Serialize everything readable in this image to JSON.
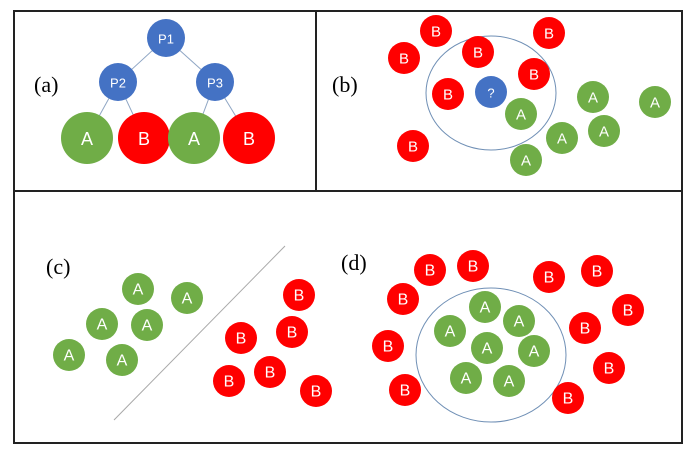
{
  "panels": {
    "a": {
      "label": "(a)",
      "tree": {
        "root": "P1",
        "internal": [
          "P2",
          "P3"
        ],
        "leaves": [
          "A",
          "B",
          "A",
          "B"
        ]
      }
    },
    "b": {
      "label": "(b)",
      "query": "?",
      "class_a": "A",
      "class_b": "B"
    },
    "c": {
      "label": "(c)",
      "class_a": "A",
      "class_b": "B"
    },
    "d": {
      "label": "(d)",
      "class_a": "A",
      "class_b": "B"
    }
  },
  "colors": {
    "class_a": "#70ad47",
    "class_b": "#ff0000",
    "parent": "#4472c4"
  }
}
